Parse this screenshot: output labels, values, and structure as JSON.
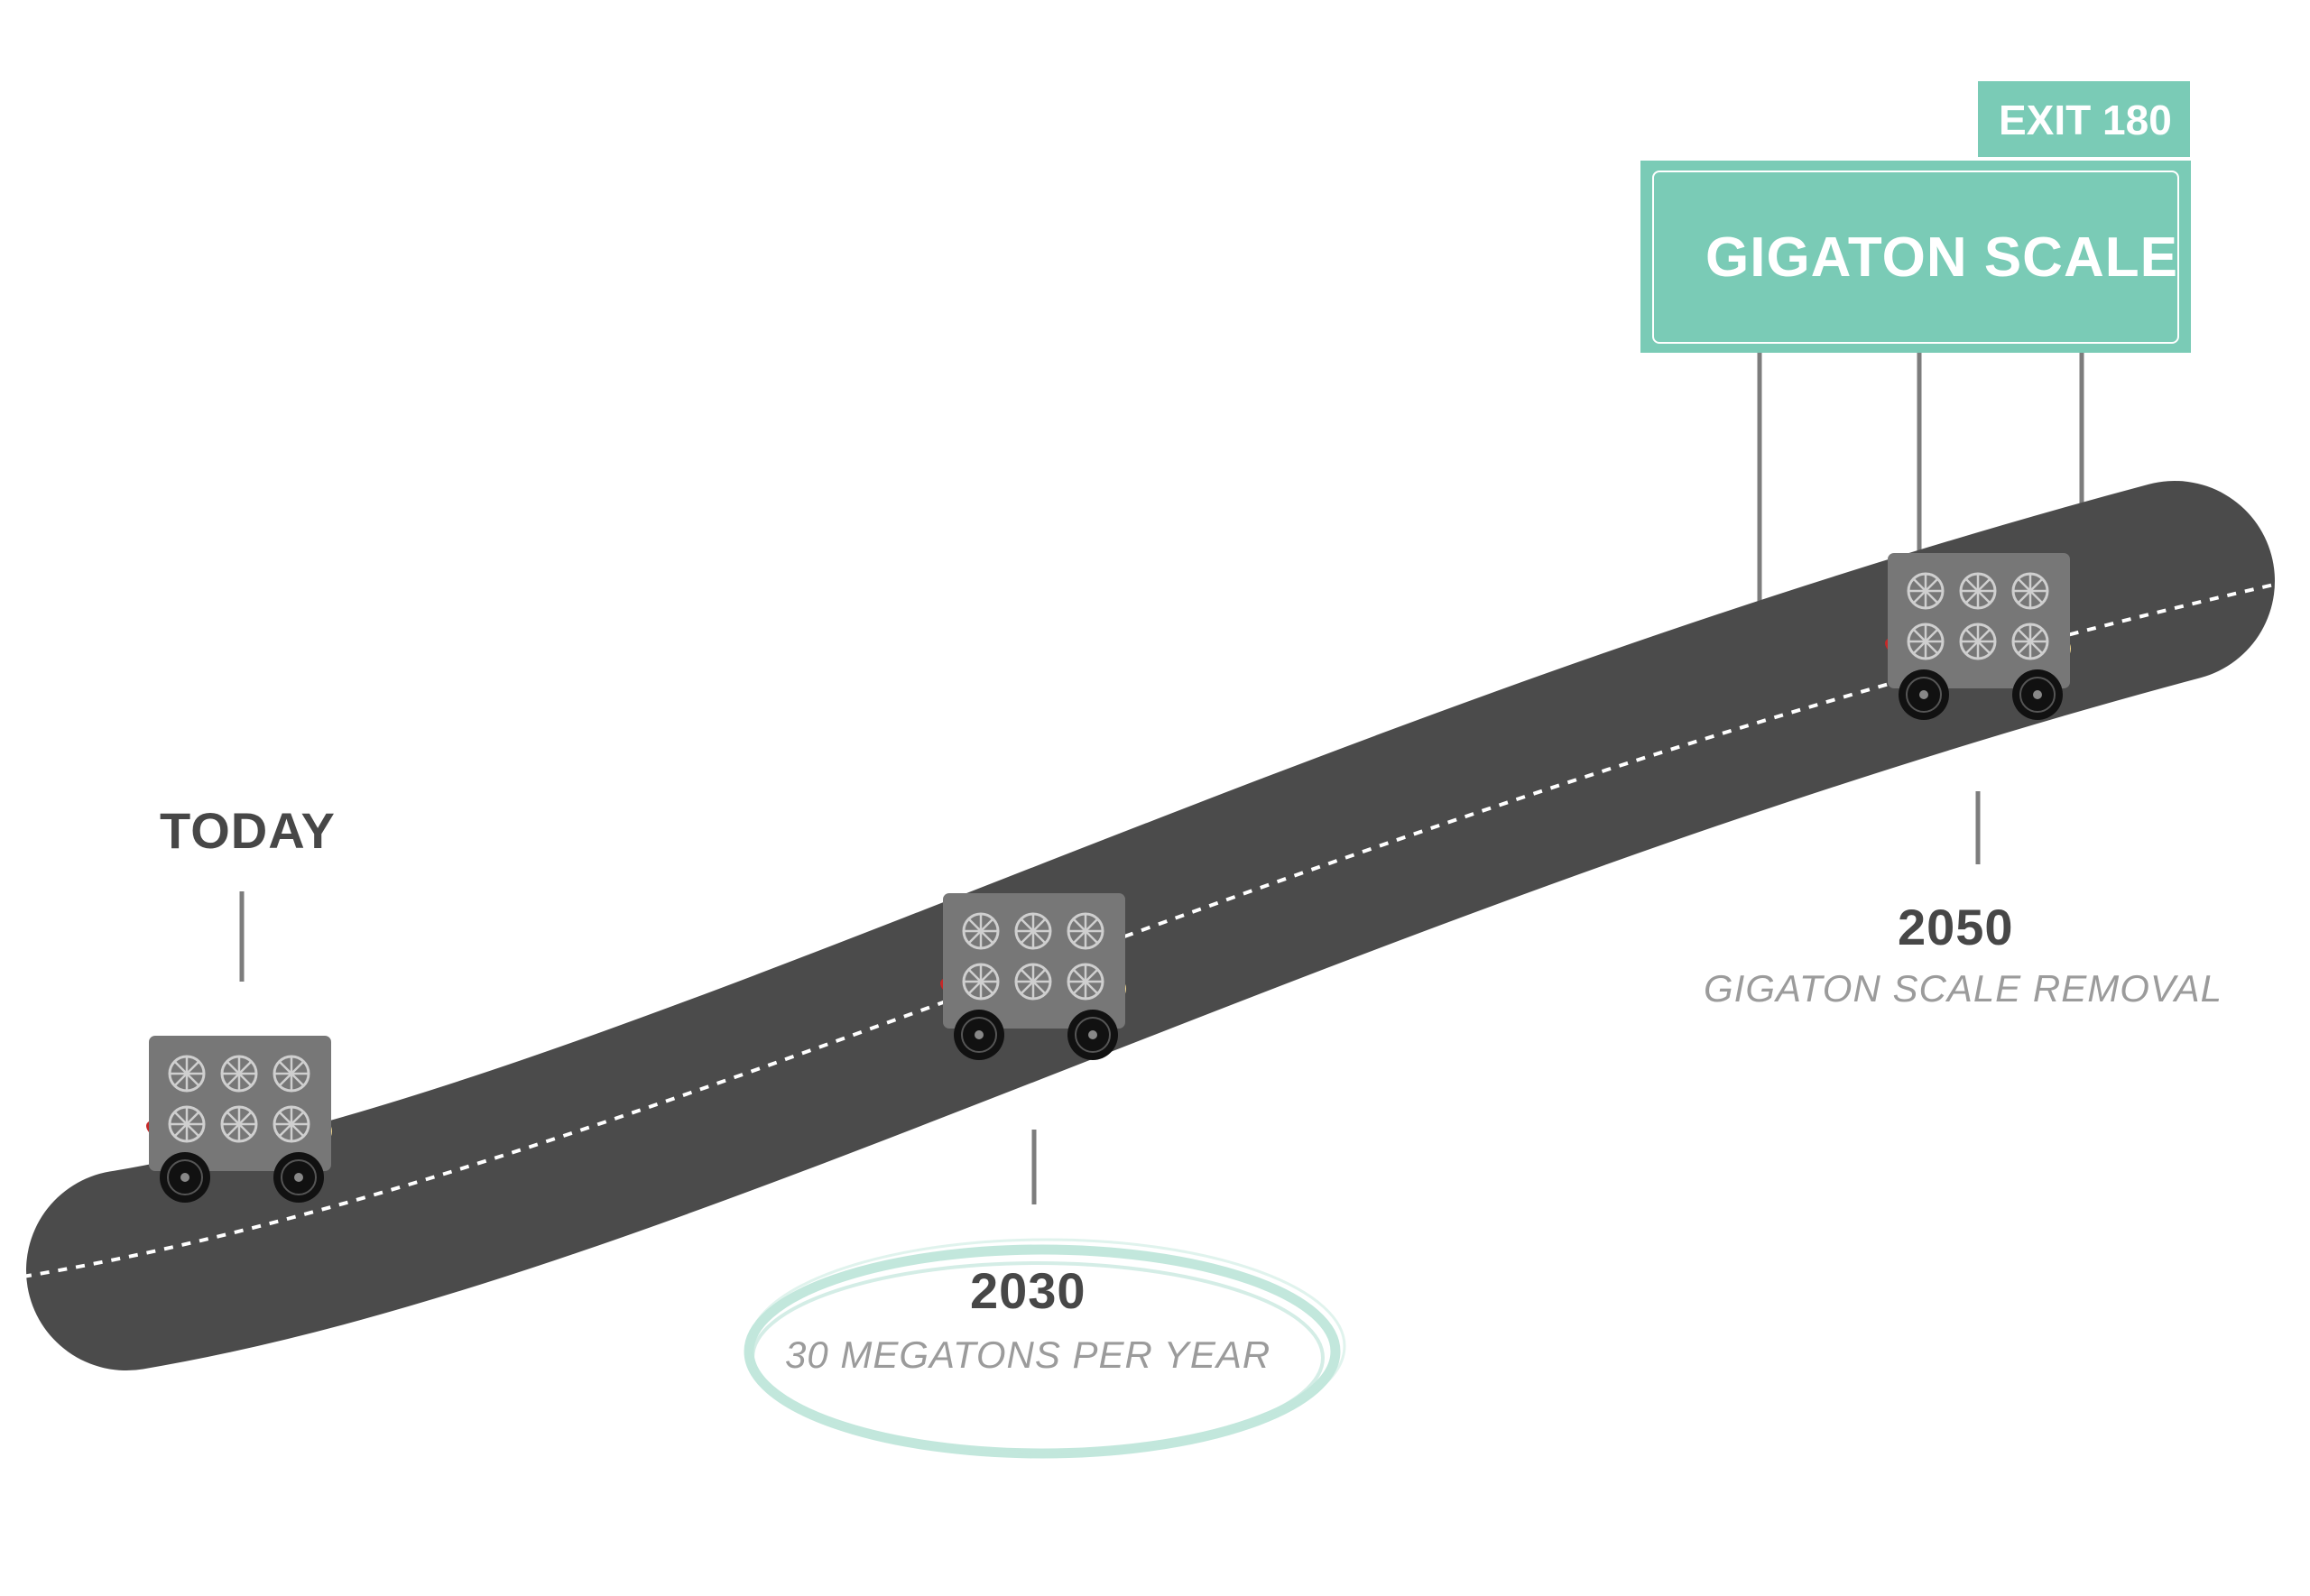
{
  "sign": {
    "exit_label": "EXIT 180",
    "title": "GIGATON SCALE",
    "color": "#7acbb6"
  },
  "milestones": [
    {
      "label": "TODAY",
      "caption": ""
    },
    {
      "label": "2030",
      "caption": "30 MEGATONS PER YEAR"
    },
    {
      "label": "2050",
      "caption": "GIGATON SCALE REMOVAL"
    }
  ],
  "colors": {
    "road": "#4b4b4b",
    "truck": "#777777",
    "label_dark": "#474747",
    "caption_gray": "#9b9b9b",
    "highlight_ring": "#b8e3d6"
  },
  "icons": [
    "truck-icon",
    "fan-icon",
    "wheel-icon"
  ]
}
